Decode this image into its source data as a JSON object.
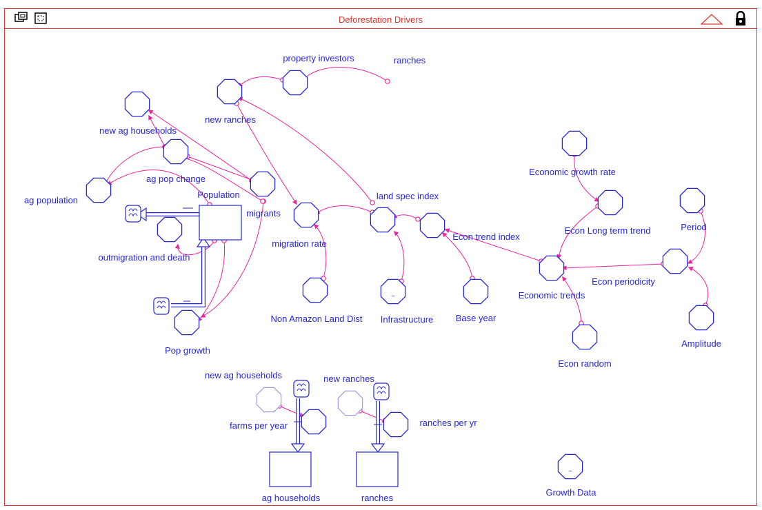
{
  "window": {
    "title": "Deforestation Drivers",
    "icons": [
      "map-layers-icon",
      "model-layer-icon",
      "up-triangle-icon",
      "lock-icon"
    ]
  },
  "diagram": {
    "converters": {
      "c_new_ranches": "new ranches",
      "c_property_investors": "property investors",
      "c_ranches_src": "ranches",
      "c_new_ag_households": "new ag households",
      "c_ag_pop_change": "ag pop change",
      "c_ag_population": "ag population",
      "c_migrants": "migrants",
      "c_outmigration": "outmigration and death",
      "c_migration_rate": "migration rate",
      "c_land_spec_index": "land spec index",
      "c_econ_trend_index": "Econ trend index",
      "c_economic_growth_rate": "Economic growth rate",
      "c_econ_long_term": "Econ Long term trend",
      "c_period": "Period",
      "c_economic_trends": "Economic trends",
      "c_econ_periodicity": "Econ periodicity",
      "c_non_amazon": "Non Amazon Land Dist",
      "c_infrastructure": "Infrastructure",
      "c_base_year": "Base year",
      "c_econ_random": "Econ random",
      "c_amplitude": "Amplitude",
      "c_pop_growth": "Pop growth",
      "c_farms_per_year": "farms per year",
      "c_ranches_per_yr": "ranches per yr",
      "c_growth_data": "Growth Data"
    },
    "ghosts": {
      "g_new_ag_households": "new ag households",
      "g_new_ranches": "new ranches"
    },
    "stocks": {
      "s_population": "Population",
      "s_ag_households": "ag households",
      "s_ranches": "ranches"
    }
  }
}
